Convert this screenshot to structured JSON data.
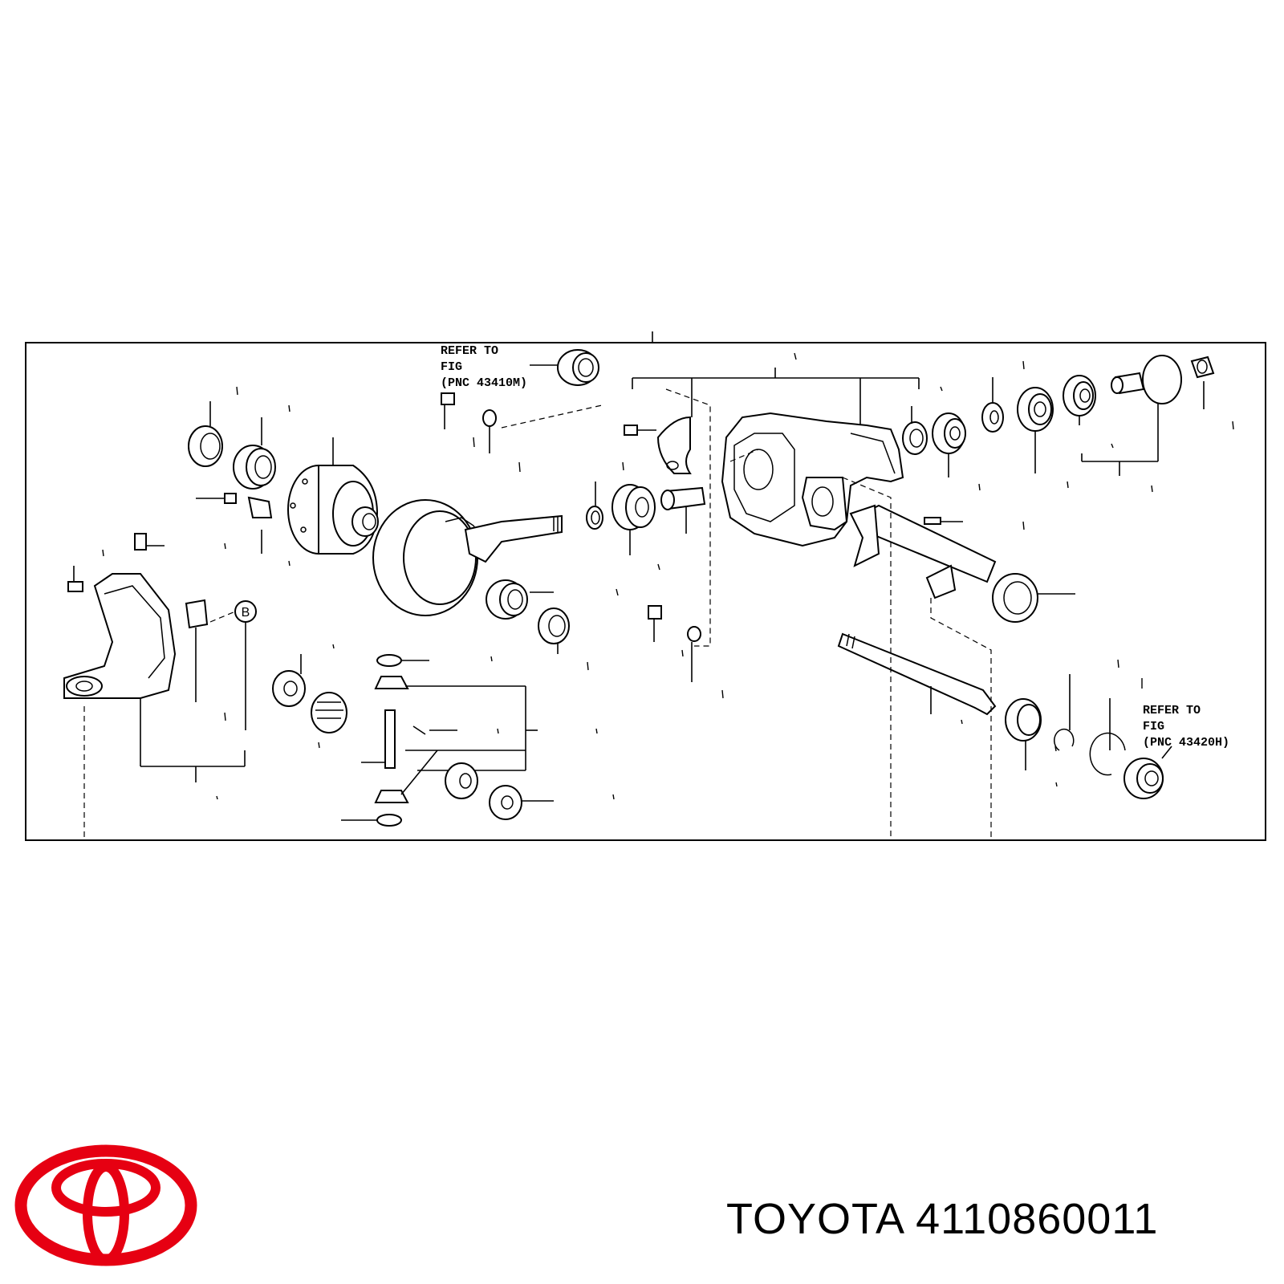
{
  "refer_top": {
    "line1": "REFER TO",
    "line2": "FIG",
    "line3": "(PNC 43410M)"
  },
  "refer_right": {
    "line1": "REFER TO",
    "line2": "FIG",
    "line3": "(PNC 43420H)"
  },
  "callout_b": "B",
  "footer": {
    "brand": "TOYOTA",
    "part_number": "4110860011"
  },
  "logo": {
    "name": "toyota-logo-icon",
    "color": "#e60012"
  }
}
